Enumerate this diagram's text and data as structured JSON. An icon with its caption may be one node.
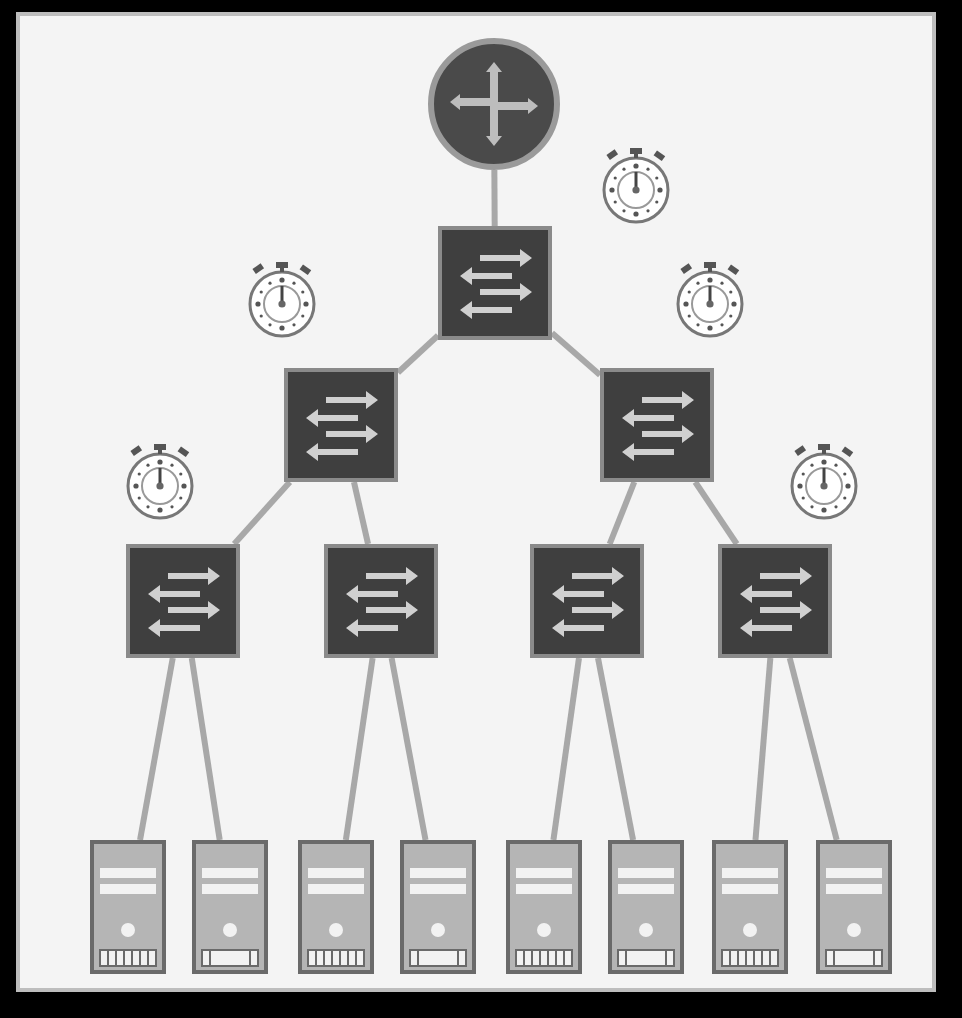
{
  "diagram": {
    "nodes": [
      {
        "text": [],
        "shape": "circle"
      },
      {
        "text": [],
        "shape": "box"
      },
      {
        "text": [],
        "shape": "box"
      },
      {
        "text": [],
        "shape": "box"
      },
      {
        "text": [],
        "shape": "box"
      },
      {
        "text": [],
        "shape": "box"
      },
      {
        "text": [],
        "shape": "box"
      },
      {
        "text": [],
        "shape": "box"
      },
      {
        "text": [],
        "shape": "server"
      },
      {
        "text": [],
        "shape": "server"
      },
      {
        "text": [],
        "shape": "server"
      },
      {
        "text": [],
        "shape": "server"
      },
      {
        "text": [],
        "shape": "server"
      },
      {
        "text": [],
        "shape": "server"
      },
      {
        "text": [],
        "shape": "server"
      },
      {
        "text": [],
        "shape": "server"
      }
    ],
    "edges": [
      {
        "from": 0,
        "to": 1,
        "arrow": "none"
      },
      {
        "from": 1,
        "to": 2,
        "arrow": "none"
      },
      {
        "from": 1,
        "to": 3,
        "arrow": "none"
      },
      {
        "from": 2,
        "to": 4,
        "arrow": "none"
      },
      {
        "from": 2,
        "to": 5,
        "arrow": "none"
      },
      {
        "from": 3,
        "to": 6,
        "arrow": "none"
      },
      {
        "from": 3,
        "to": 7,
        "arrow": "none"
      },
      {
        "from": 4,
        "to": 8,
        "arrow": "none"
      },
      {
        "from": 4,
        "to": 9,
        "arrow": "none"
      },
      {
        "from": 5,
        "to": 10,
        "arrow": "none"
      },
      {
        "from": 5,
        "to": 11,
        "arrow": "none"
      },
      {
        "from": 6,
        "to": 12,
        "arrow": "none"
      },
      {
        "from": 6,
        "to": 13,
        "arrow": "none"
      },
      {
        "from": 7,
        "to": 14,
        "arrow": "none"
      },
      {
        "from": 7,
        "to": 15,
        "arrow": "none"
      }
    ]
  }
}
